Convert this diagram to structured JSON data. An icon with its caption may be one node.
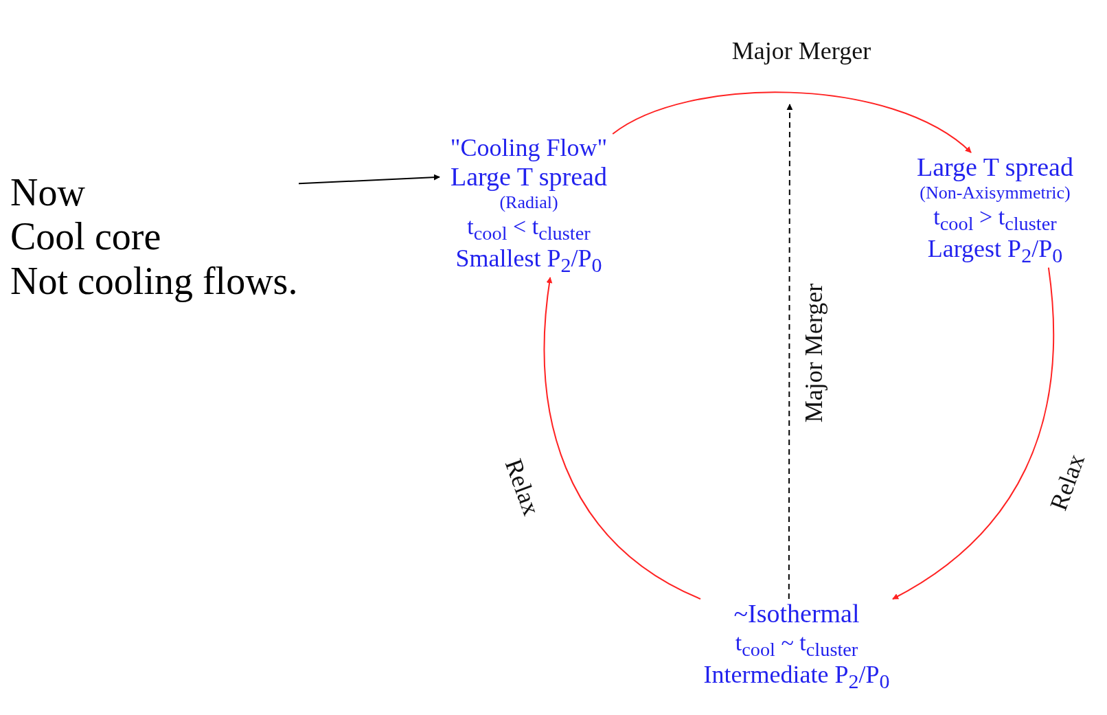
{
  "diagram": {
    "nodes": [
      {
        "text": [
          "\"Cooling Flow\"",
          "Large T spread",
          "(Radial)",
          "t$_{cool}$ < t$_{cluster}$",
          "Smallest P$_{2}$/P$_{0}$"
        ]
      },
      {
        "text": [
          "Large T spread",
          "(Non-Axisymmetric)",
          "t$_{cool}$ > t$_{cluster}$",
          "Largest P$_{2}$/P$_{0}$"
        ]
      },
      {
        "text": [
          "~Isothermal",
          "t$_{cool}$ ~ t$_{cluster}$",
          "Intermediate P$_{2}$/P$_{0}$"
        ]
      },
      {
        "text": [
          "Now",
          "Cool core",
          "Not cooling flows."
        ]
      }
    ],
    "edges": [
      {
        "from": 0,
        "to": 1,
        "arrow": "to",
        "label": "Major Merger"
      },
      {
        "from": 1,
        "to": 2,
        "arrow": "to",
        "label": "Relax"
      },
      {
        "from": 2,
        "to": 0,
        "arrow": "to",
        "label": "Relax"
      },
      {
        "from": 2,
        "to": null,
        "arrow": "to",
        "label": "Major Merger",
        "style": "dashed",
        "color": "#000000"
      },
      {
        "from": 3,
        "to": 0,
        "arrow": "to",
        "color": "#000000"
      }
    ]
  }
}
